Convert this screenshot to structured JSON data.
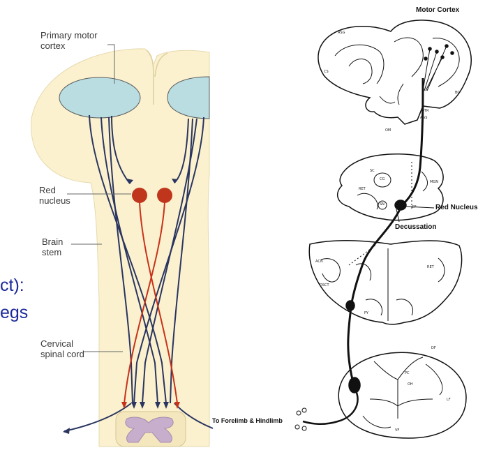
{
  "left_diagram": {
    "labels": {
      "primary_motor_cortex": [
        "Primary motor",
        "cortex"
      ],
      "red_nucleus": [
        "Red",
        "nucleus"
      ],
      "brain_stem": [
        "Brain",
        "stem"
      ],
      "cervical_spinal_cord": [
        "Cervical",
        "spinal cord"
      ]
    },
    "colors": {
      "background_tissue": "#fbf1cf",
      "cortex_area": "#b9dde0",
      "red_nucleus": "#c0361c",
      "rubrospinal_tract": "#c8321a",
      "corticospinal_tract": "#2a3560",
      "gray_matter": "#c7aecc"
    }
  },
  "slide_text": {
    "line1": "ct):",
    "line2": "egs"
  },
  "right_diagram": {
    "labels": {
      "motor_cortex": "Motor Cortex",
      "red_nucleus": "Red Nucleus",
      "decussation": "Decussation",
      "to_limbs": "To Forelimb & Hindlimb"
    },
    "section_tags": [
      "ASG",
      "CS",
      "BC",
      "OTR",
      "AGS",
      "OM",
      "SC",
      "CG",
      "MGN",
      "RET",
      "CP",
      "SN",
      "ACN",
      "RET",
      "DSCT",
      "PY",
      "DF",
      "PC",
      "OH",
      "LF",
      "VF"
    ]
  }
}
